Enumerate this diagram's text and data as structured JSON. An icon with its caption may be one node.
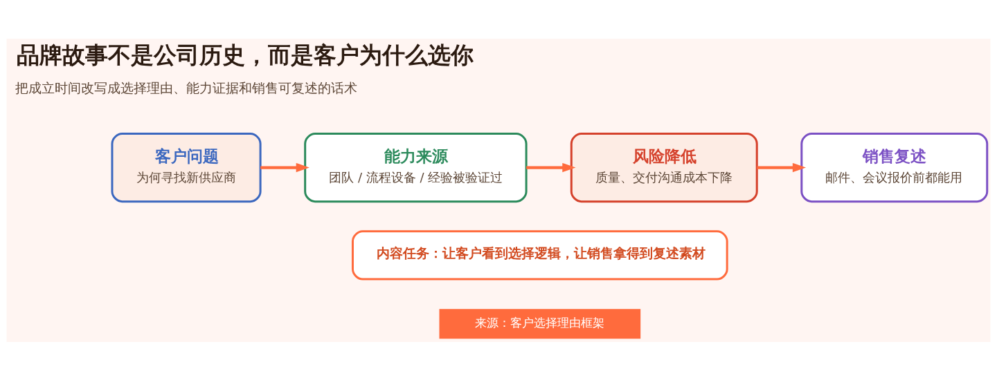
{
  "diagram": {
    "title": "品牌故事不是公司历史，而是客户为什么选你",
    "nodes": [
      {
        "text": [
          "客户问题",
          "为何寻找新供应商"
        ]
      },
      {
        "text": [
          "能力来源",
          "团队 / 流程设备 / 经验被验证过"
        ]
      },
      {
        "text": [
          "风险降低",
          "质量、交付沟通成本下降"
        ]
      },
      {
        "text": [
          "销售复述",
          "邮件、会议报价前都能用"
        ]
      },
      {
        "text": [
          "内容任务：让客户看到选择逻辑，让销售拿得到复述素材"
        ]
      }
    ],
    "edges": [
      {
        "from": 0,
        "to": 1,
        "arrow": "to"
      },
      {
        "from": 1,
        "to": 2,
        "arrow": "to"
      },
      {
        "from": 2,
        "to": 3,
        "arrow": "to"
      }
    ],
    "labels": [
      "把成立时间改写成选择理由、能力证据和销售可复述的话术",
      "来源：客户选择理由框架"
    ]
  }
}
